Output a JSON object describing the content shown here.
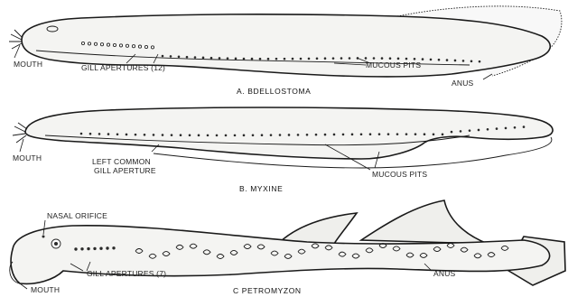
{
  "figures": [
    {
      "caption": "A.   BDELLOSTOMA",
      "labels": {
        "mouth": "MOUTH",
        "gill": "GILL APERTURES (12)",
        "pits": "MUCOUS PITS",
        "anus": "ANUS"
      }
    },
    {
      "caption": "B.   MYXINE",
      "labels": {
        "mouth": "MOUTH",
        "gill_line1": "LEFT COMMON",
        "gill_line2": "GILL APERTURE",
        "pits": "MUCOUS PITS"
      }
    },
    {
      "caption": "C      PETROMYZON",
      "labels": {
        "nasal": "NASAL ORIFICE",
        "gill": "GILL APERTURES (7)",
        "anus": "ANUS",
        "mouth": "MOUTH"
      }
    }
  ]
}
